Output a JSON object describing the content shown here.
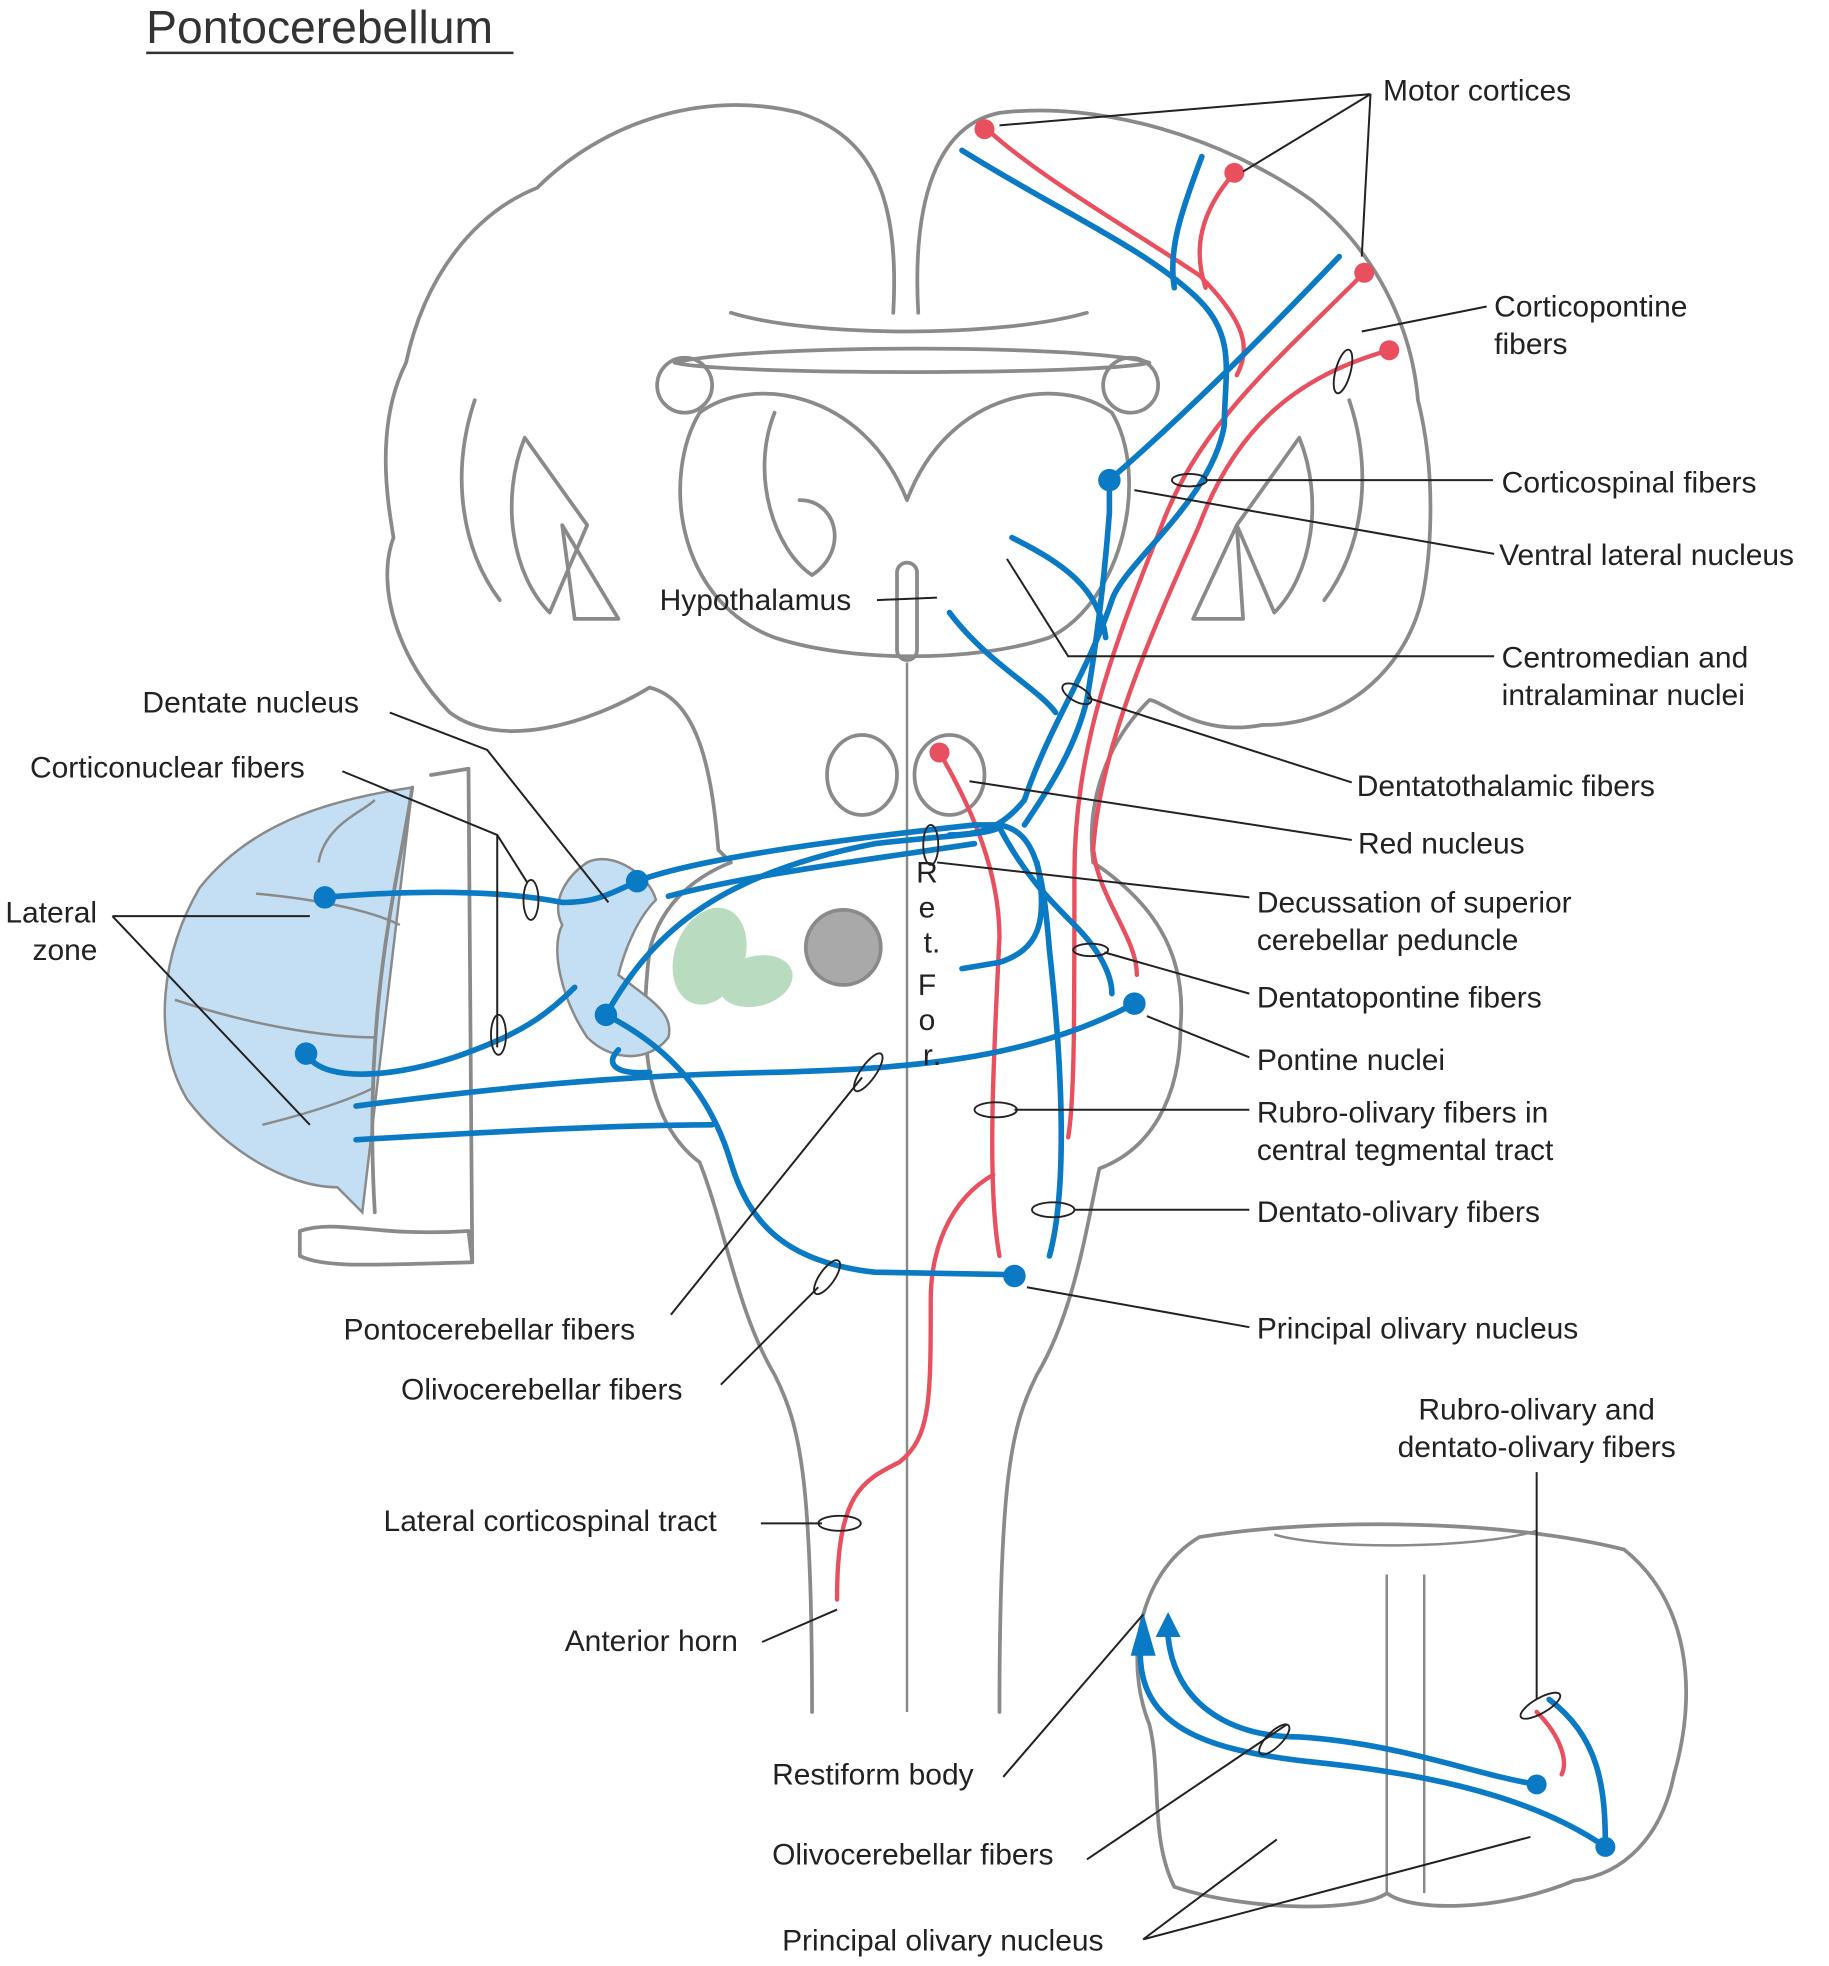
{
  "title": "Pontocerebellum",
  "colors": {
    "efferent_blue": "#0a7ac4",
    "motor_red": "#e9505f",
    "cerebellum_fill": "#c4dff3",
    "green_nucleus": "#b9dcc1",
    "gray_nucleus": "#a9a9a9"
  },
  "labels": {
    "motor_cortices": "Motor cortices",
    "corticopontine_1": "Corticopontine",
    "corticopontine_2": "fibers",
    "corticospinal": "Corticospinal fibers",
    "ventral_lateral": "Ventral lateral nucleus",
    "centromedian_1": "Centromedian and",
    "centromedian_2": "intralaminar nuclei",
    "dentatothalamic": "Dentatothalamic fibers",
    "red_nucleus": "Red nucleus",
    "decussation_1": "Decussation of superior",
    "decussation_2": "cerebellar peduncle",
    "dentatopontine": "Dentatopontine fibers",
    "pontine_nuclei": "Pontine nuclei",
    "rubro_olivary_1": "Rubro-olivary fibers in",
    "rubro_olivary_2": "central tegmental tract",
    "dentato_olivary": "Dentato-olivary fibers",
    "principal_olivary": "Principal olivary nucleus",
    "rubro_dentato_1": "Rubro-olivary and",
    "rubro_dentato_2": "dentato-olivary fibers",
    "hypothalamus": "Hypothalamus",
    "dentate_nucleus": "Dentate nucleus",
    "corticonuclear": "Corticonuclear fibers",
    "lateral_zone_1": "Lateral",
    "lateral_zone_2": "zone",
    "pontocerebellar": "Pontocerebellar fibers",
    "olivocerebellar": "Olivocerebellar fibers",
    "lateral_corticospinal": "Lateral corticospinal tract",
    "anterior_horn": "Anterior horn",
    "restiform_body": "Restiform body",
    "olivocerebellar_2": "Olivocerebellar fibers",
    "principal_olivary_2": "Principal olivary nucleus",
    "ret_for": [
      "R",
      "e",
      "t",
      ".",
      "F",
      "o",
      "r",
      "."
    ]
  }
}
